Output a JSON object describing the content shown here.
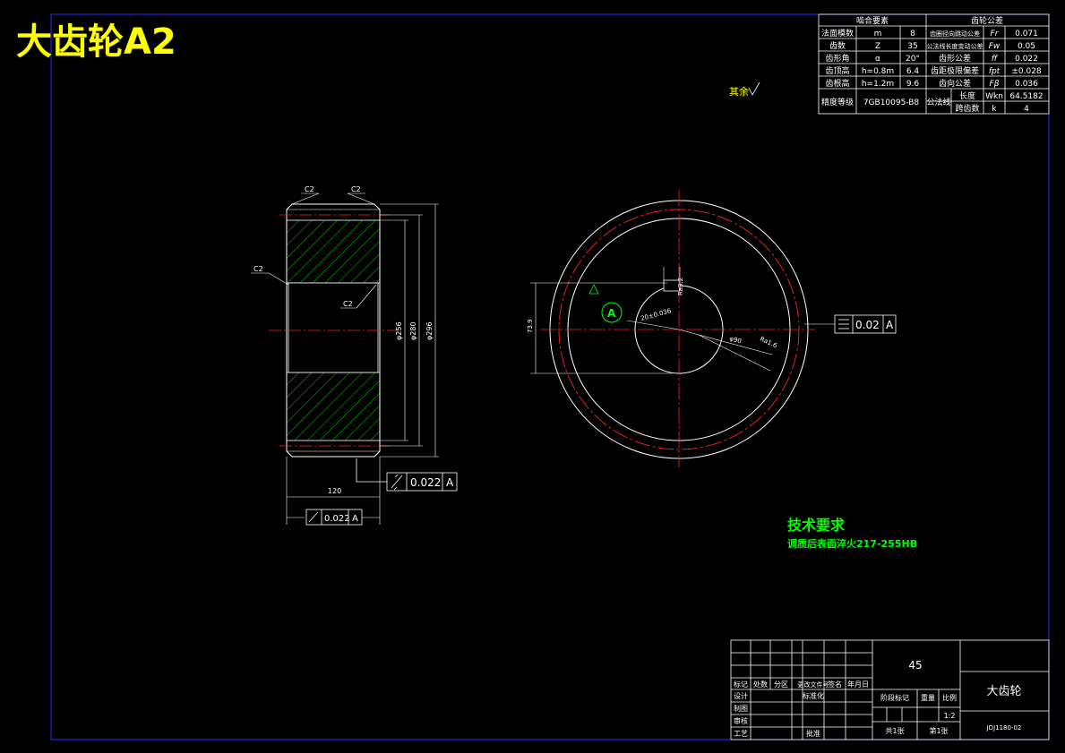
{
  "title": "大齿轮A2",
  "mesh_table": {
    "header_left": "啮合要素",
    "header_right": "齿轮公差",
    "rows": [
      {
        "name": "法面模数",
        "sym": "m",
        "val": "8",
        "tol": "齿圈径向跳动公差",
        "tsym": "Fr",
        "tval": "0.071"
      },
      {
        "name": "齿数",
        "sym": "Z",
        "val": "35",
        "tol": "公法线长度变动公差",
        "tsym": "Fw",
        "tval": "0.05"
      },
      {
        "name": "齿形角",
        "sym": "α",
        "val": "20°",
        "tol": "齿形公差",
        "tsym": "ff",
        "tval": "0.022"
      },
      {
        "name": "齿顶高",
        "sym": "h=0.8m",
        "val": "6.4",
        "tol": "齿距极限偏差",
        "tsym": "fpt",
        "tval": "±0.028"
      },
      {
        "name": "齿根高",
        "sym": "h=1.2m",
        "val": "9.6",
        "tol": "齿向公差",
        "tsym": "Fβ",
        "tval": "0.036"
      }
    ],
    "accuracy_label": "精度等级",
    "accuracy_value": "7GB10095-B8",
    "common_label": "公法线",
    "length_label": "长度",
    "length_sym": "Wkn",
    "length_val": "64.5182",
    "span_label": "跨齿数",
    "span_sym": "k",
    "span_val": "4"
  },
  "rough_note": "其余",
  "side_view": {
    "chamfers": [
      "C2",
      "C2",
      "C2",
      "C2"
    ],
    "diam_labels": [
      "φ256",
      "φ280",
      "φ296"
    ],
    "width_label": "120",
    "runout_tol": {
      "value": "0.022",
      "datum": "A"
    },
    "face_tol": {
      "value": "0.022",
      "datum": "A"
    }
  },
  "front_view": {
    "datum_label": "A",
    "sym_tol": {
      "value": "0.02",
      "datum": "A"
    },
    "key_label": "20±0.036",
    "bore_label": "φ90",
    "small_labels": [
      "73.9",
      "Ra3.2",
      "Ra1.6"
    ]
  },
  "tech": {
    "heading": "技术要求",
    "line": "调质后表面淬火217-255HB"
  },
  "title_block": {
    "material": "45",
    "part_name": "大齿轮",
    "drawing_no": "JDJ1180-02",
    "scale": "1:2",
    "labels": [
      "标记",
      "处数",
      "分区",
      "更改文件号",
      "签名",
      "年月日"
    ],
    "left_rows": [
      "设计",
      "制图",
      "审核",
      "工艺"
    ],
    "std_label": "标准化",
    "approve_label": "批准",
    "stage_label": "阶段标记",
    "weight_label": "重量",
    "ratio_label": "比例",
    "sheets_total": "共1张",
    "sheet_no": "第1张"
  }
}
